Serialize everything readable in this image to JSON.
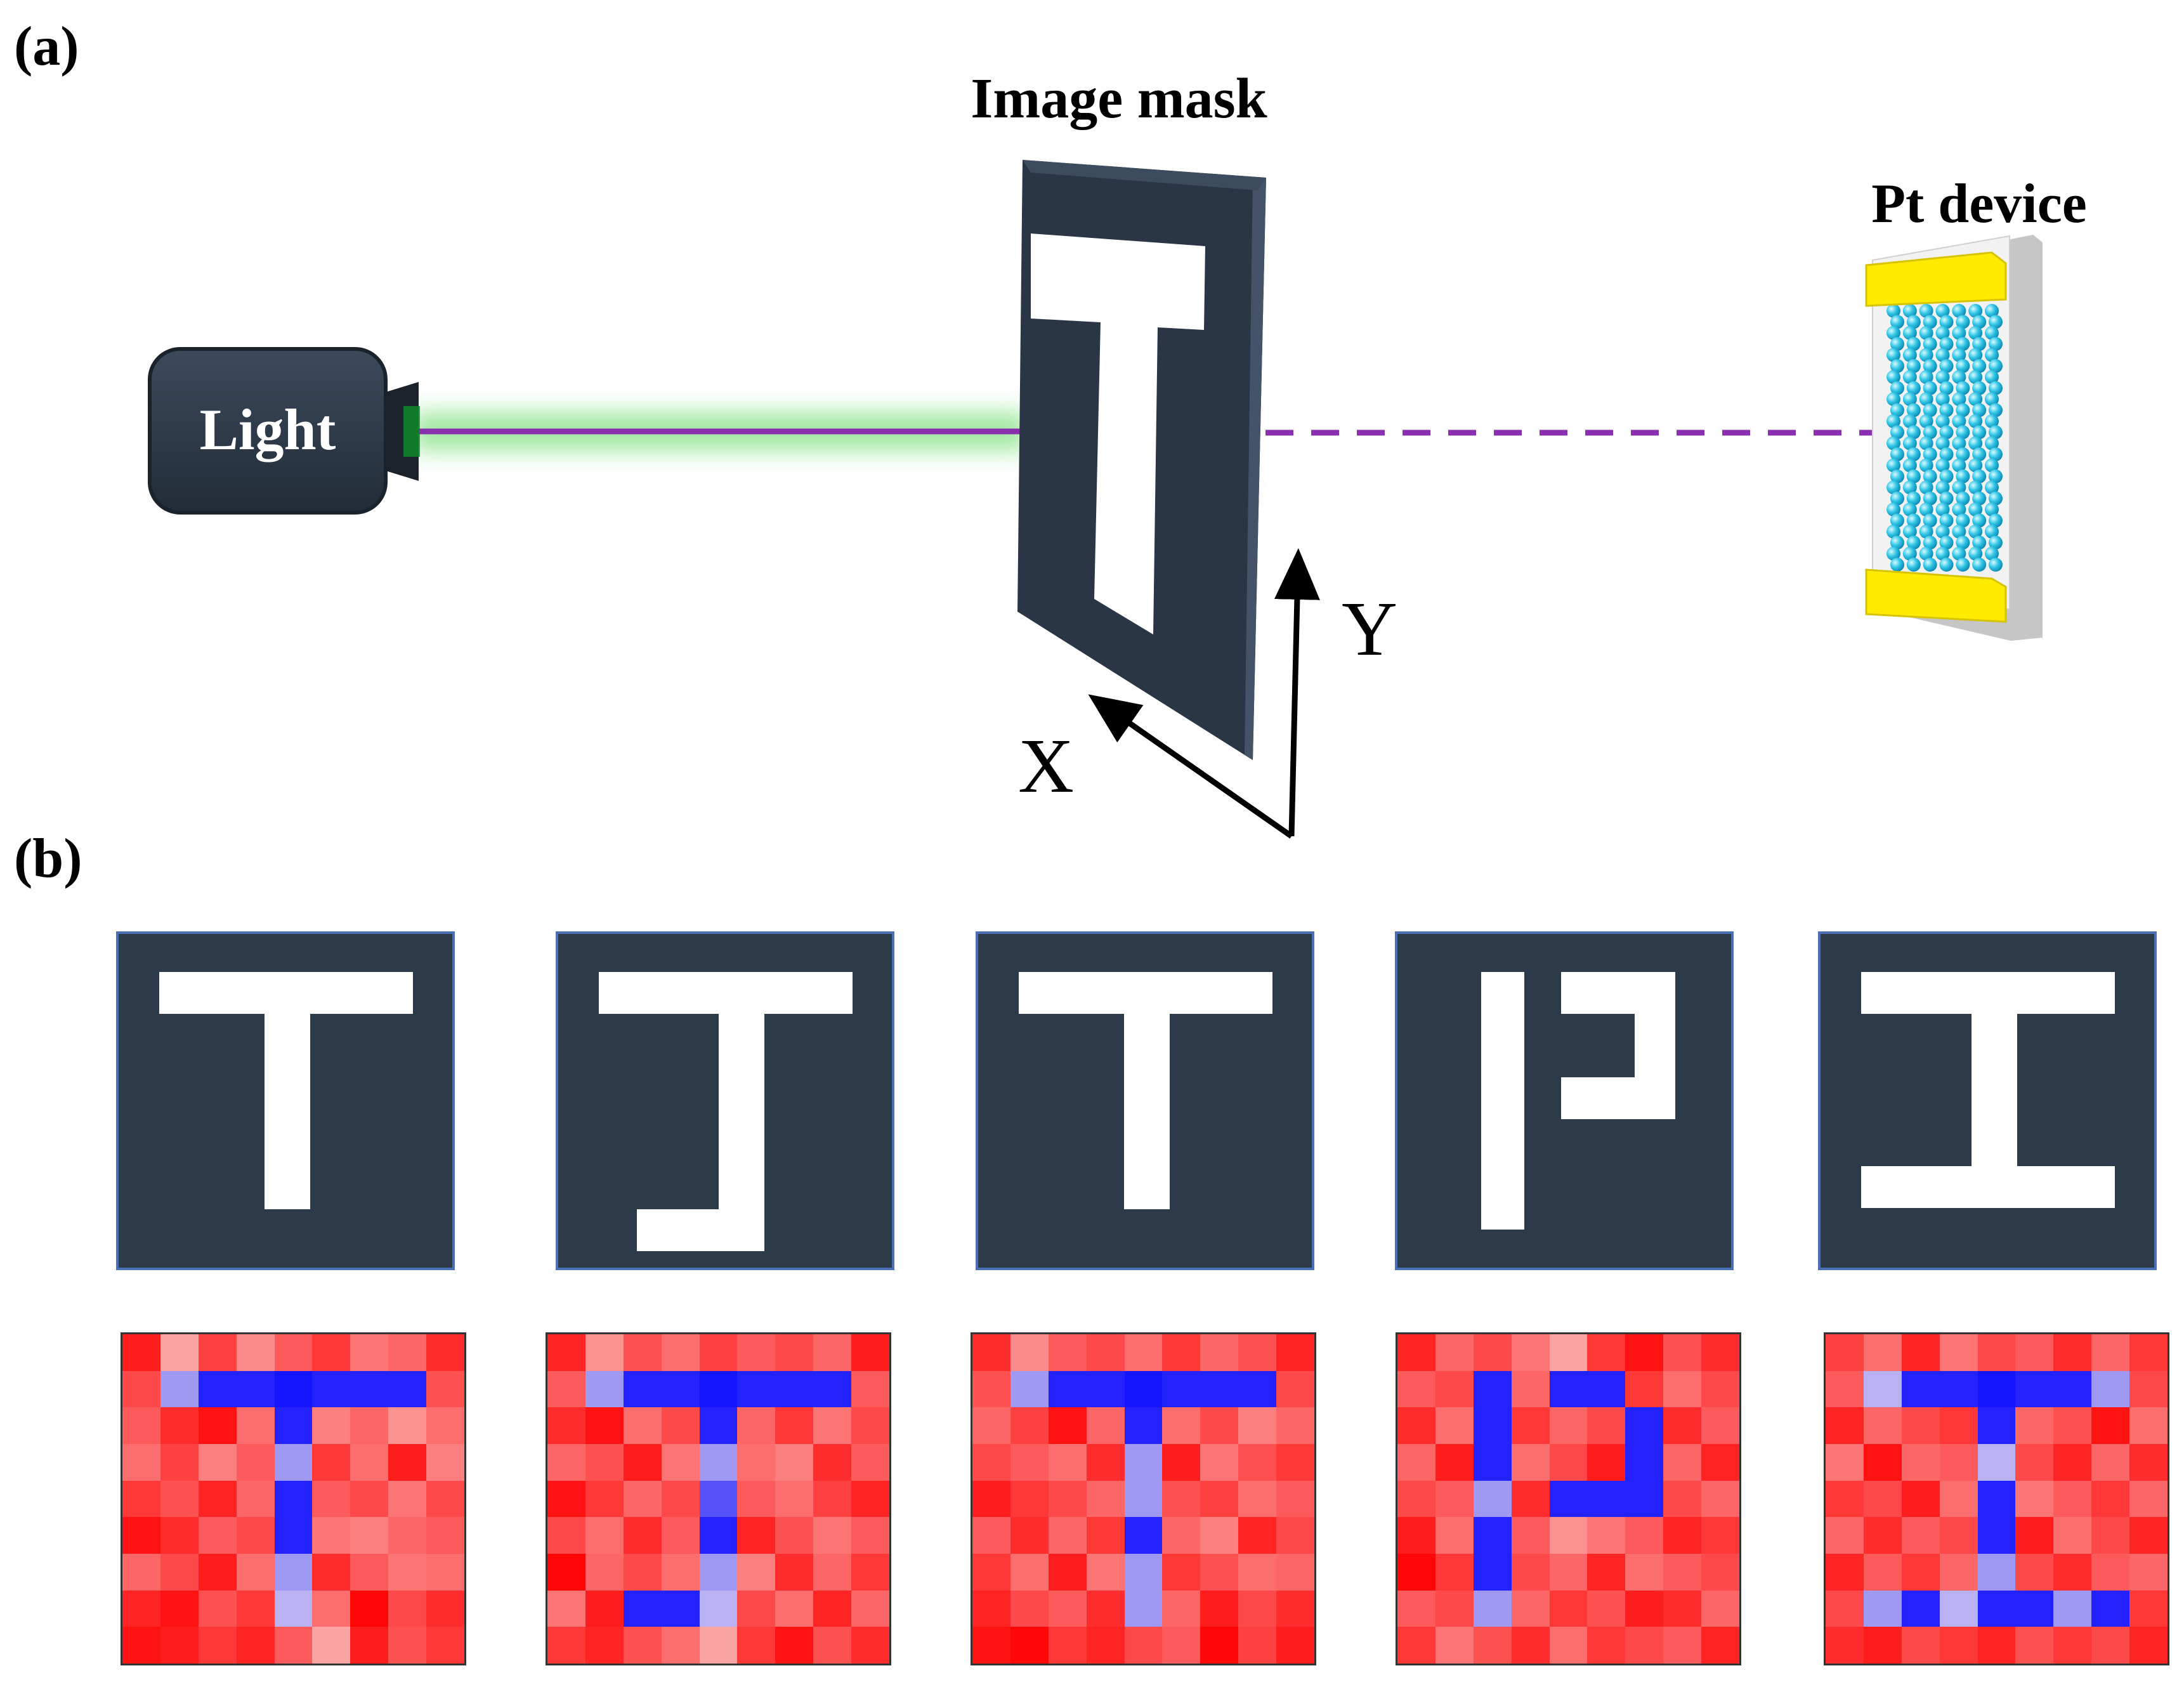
{
  "panel_a": {
    "label": "(a)",
    "light_label": "Light",
    "mask_title": "Image mask",
    "device_title": "Pt device",
    "axis_x": "X",
    "axis_y": "Y"
  },
  "panel_b": {
    "label": "(b)",
    "masks": [
      "T",
      "J",
      "T",
      "P",
      "I"
    ],
    "colors": {
      "mask_bg": "#2d3a4a",
      "mask_border": "#4a6fb5",
      "low": "#0000ff",
      "high": "#ff0000"
    },
    "maps": [
      {
        "letter": "T",
        "values": [
          [
            0.92,
            0.55,
            0.82,
            0.62,
            0.75,
            0.85,
            0.68,
            0.72,
            0.88
          ],
          [
            0.8,
            0.3,
            0.05,
            0.05,
            0.02,
            0.05,
            0.05,
            0.05,
            0.78
          ],
          [
            0.75,
            0.88,
            0.95,
            0.7,
            0.05,
            0.65,
            0.72,
            0.6,
            0.7
          ],
          [
            0.7,
            0.82,
            0.65,
            0.75,
            0.3,
            0.85,
            0.7,
            0.92,
            0.65
          ],
          [
            0.85,
            0.78,
            0.9,
            0.72,
            0.05,
            0.75,
            0.8,
            0.68,
            0.8
          ],
          [
            0.95,
            0.88,
            0.75,
            0.8,
            0.05,
            0.68,
            0.65,
            0.72,
            0.75
          ],
          [
            0.72,
            0.8,
            0.92,
            0.7,
            0.3,
            0.88,
            0.75,
            0.68,
            0.7
          ],
          [
            0.9,
            0.95,
            0.78,
            0.85,
            0.35,
            0.7,
            0.98,
            0.8,
            0.88
          ],
          [
            0.95,
            0.92,
            0.85,
            0.9,
            0.75,
            0.55,
            0.92,
            0.78,
            0.85
          ]
        ]
      },
      {
        "letter": "J",
        "values": [
          [
            0.9,
            0.6,
            0.78,
            0.7,
            0.82,
            0.75,
            0.8,
            0.72,
            0.92
          ],
          [
            0.75,
            0.3,
            0.05,
            0.05,
            0.02,
            0.05,
            0.05,
            0.05,
            0.75
          ],
          [
            0.88,
            0.95,
            0.7,
            0.8,
            0.05,
            0.72,
            0.85,
            0.68,
            0.8
          ],
          [
            0.72,
            0.78,
            0.92,
            0.68,
            0.3,
            0.7,
            0.65,
            0.88,
            0.75
          ],
          [
            0.95,
            0.85,
            0.72,
            0.8,
            0.15,
            0.75,
            0.7,
            0.82,
            0.9
          ],
          [
            0.8,
            0.7,
            0.88,
            0.75,
            0.05,
            0.9,
            0.78,
            0.68,
            0.75
          ],
          [
            0.98,
            0.72,
            0.8,
            0.7,
            0.3,
            0.65,
            0.88,
            0.72,
            0.85
          ],
          [
            0.68,
            0.92,
            0.05,
            0.05,
            0.35,
            0.8,
            0.7,
            0.9,
            0.72
          ],
          [
            0.85,
            0.9,
            0.78,
            0.7,
            0.55,
            0.85,
            0.95,
            0.78,
            0.88
          ]
        ]
      },
      {
        "letter": "T",
        "values": [
          [
            0.88,
            0.62,
            0.75,
            0.8,
            0.7,
            0.85,
            0.72,
            0.78,
            0.9
          ],
          [
            0.78,
            0.3,
            0.05,
            0.05,
            0.02,
            0.05,
            0.05,
            0.05,
            0.8
          ],
          [
            0.72,
            0.82,
            0.95,
            0.72,
            0.05,
            0.7,
            0.8,
            0.65,
            0.72
          ],
          [
            0.8,
            0.75,
            0.7,
            0.88,
            0.3,
            0.92,
            0.68,
            0.78,
            0.85
          ],
          [
            0.92,
            0.85,
            0.8,
            0.72,
            0.3,
            0.78,
            0.82,
            0.7,
            0.75
          ],
          [
            0.75,
            0.88,
            0.72,
            0.85,
            0.05,
            0.72,
            0.65,
            0.9,
            0.8
          ],
          [
            0.85,
            0.7,
            0.92,
            0.68,
            0.3,
            0.85,
            0.78,
            0.7,
            0.72
          ],
          [
            0.9,
            0.8,
            0.75,
            0.88,
            0.3,
            0.72,
            0.92,
            0.8,
            0.88
          ],
          [
            0.95,
            0.98,
            0.85,
            0.9,
            0.8,
            0.75,
            0.98,
            0.82,
            0.92
          ]
        ]
      },
      {
        "letter": "P",
        "values": [
          [
            0.9,
            0.72,
            0.8,
            0.68,
            0.55,
            0.85,
            0.95,
            0.78,
            0.88
          ],
          [
            0.75,
            0.8,
            0.05,
            0.72,
            0.05,
            0.05,
            0.85,
            0.7,
            0.8
          ],
          [
            0.88,
            0.7,
            0.05,
            0.85,
            0.72,
            0.8,
            0.05,
            0.88,
            0.75
          ],
          [
            0.72,
            0.92,
            0.05,
            0.7,
            0.8,
            0.92,
            0.05,
            0.72,
            0.9
          ],
          [
            0.8,
            0.75,
            0.3,
            0.88,
            0.05,
            0.05,
            0.05,
            0.8,
            0.72
          ],
          [
            0.92,
            0.7,
            0.05,
            0.75,
            0.6,
            0.68,
            0.75,
            0.9,
            0.85
          ],
          [
            0.98,
            0.85,
            0.05,
            0.8,
            0.72,
            0.9,
            0.7,
            0.75,
            0.8
          ],
          [
            0.75,
            0.8,
            0.3,
            0.72,
            0.85,
            0.78,
            0.92,
            0.88,
            0.72
          ],
          [
            0.85,
            0.68,
            0.78,
            0.88,
            0.7,
            0.85,
            0.8,
            0.75,
            0.9
          ]
        ]
      },
      {
        "letter": "I",
        "values": [
          [
            0.82,
            0.7,
            0.9,
            0.68,
            0.8,
            0.75,
            0.88,
            0.72,
            0.85
          ],
          [
            0.75,
            0.35,
            0.05,
            0.05,
            0.02,
            0.05,
            0.05,
            0.3,
            0.8
          ],
          [
            0.9,
            0.72,
            0.8,
            0.85,
            0.05,
            0.72,
            0.78,
            0.95,
            0.7
          ],
          [
            0.68,
            0.95,
            0.72,
            0.75,
            0.35,
            0.8,
            0.9,
            0.72,
            0.88
          ],
          [
            0.85,
            0.8,
            0.92,
            0.7,
            0.05,
            0.68,
            0.75,
            0.85,
            0.72
          ],
          [
            0.72,
            0.88,
            0.75,
            0.8,
            0.05,
            0.92,
            0.7,
            0.8,
            0.9
          ],
          [
            0.9,
            0.75,
            0.85,
            0.72,
            0.3,
            0.8,
            0.88,
            0.75,
            0.72
          ],
          [
            0.8,
            0.3,
            0.05,
            0.35,
            0.05,
            0.05,
            0.3,
            0.05,
            0.85
          ],
          [
            0.88,
            0.92,
            0.8,
            0.85,
            0.9,
            0.78,
            0.85,
            0.8,
            0.9
          ]
        ]
      }
    ]
  }
}
